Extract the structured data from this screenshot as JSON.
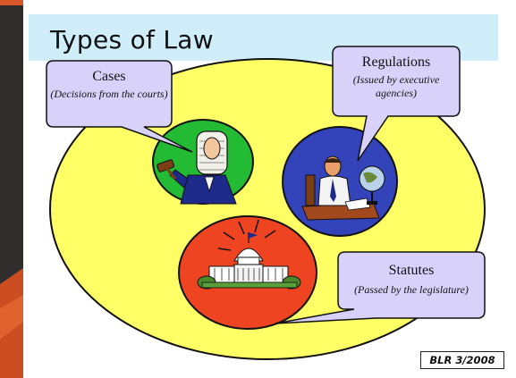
{
  "slide": {
    "title": "Types of Law",
    "credit": "BLR 3/2008"
  },
  "callouts": {
    "cases": {
      "title": "Cases",
      "subtitle": "(Decisions from the courts)"
    },
    "regulations": {
      "title": "Regulations",
      "subtitle": "(Issued by executive agencies)"
    },
    "statutes": {
      "title": "Statutes",
      "subtitle": "(Passed by the legislature)"
    }
  },
  "colors": {
    "backdrop": "#2f2e2c",
    "accent_orange": "#d9572a",
    "title_band": "#cfeefa",
    "outer_circle": "#ffff66",
    "cases_circle": "#22bb33",
    "regulations_circle": "#3344bb",
    "statutes_circle": "#ee4422",
    "callout_fill": "#d8d2fa",
    "outline": "#111111"
  },
  "icons": {
    "cases": "judge-with-gavel-icon",
    "regulations": "official-at-desk-with-globe-icon",
    "statutes": "capitol-building-icon"
  }
}
